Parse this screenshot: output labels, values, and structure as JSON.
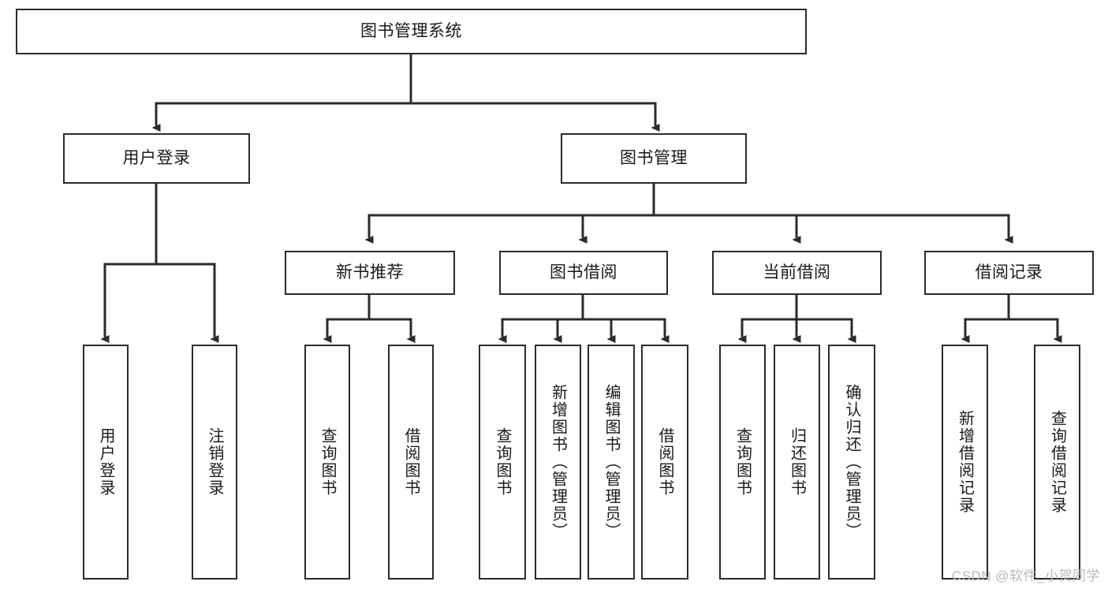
{
  "diagram": {
    "title": "图书管理系统",
    "type": "tree",
    "watermark": "CSDN @软件_小贺同学",
    "colors": {
      "box_border": "#2b2b2b",
      "box_fill": "#ffffff",
      "line": "#2b2b2b",
      "text": "#1a1a1a",
      "watermark": "#b9b9b9"
    },
    "root": {
      "label": "图书管理系统"
    },
    "level1": [
      {
        "label": "用户登录"
      },
      {
        "label": "图书管理"
      }
    ],
    "level2": [
      {
        "label": "新书推荐"
      },
      {
        "label": "图书借阅"
      },
      {
        "label": "当前借阅"
      },
      {
        "label": "借阅记录"
      }
    ],
    "leaves": {
      "user_login": [
        {
          "label": "用户登录"
        },
        {
          "label": "注销登录"
        }
      ],
      "new_book_recommend": [
        {
          "label": "查询图书"
        },
        {
          "label": "借阅图书"
        }
      ],
      "book_borrow": [
        {
          "label": "查询图书"
        },
        {
          "label": "新增图书（管理员）"
        },
        {
          "label": "编辑图书（管理员）"
        },
        {
          "label": "借阅图书"
        }
      ],
      "current_borrow": [
        {
          "label": "查询图书"
        },
        {
          "label": "归还图书"
        },
        {
          "label": "确认归还（管理员）"
        }
      ],
      "borrow_record": [
        {
          "label": "新增借阅记录"
        },
        {
          "label": "查询借阅记录"
        }
      ]
    }
  }
}
